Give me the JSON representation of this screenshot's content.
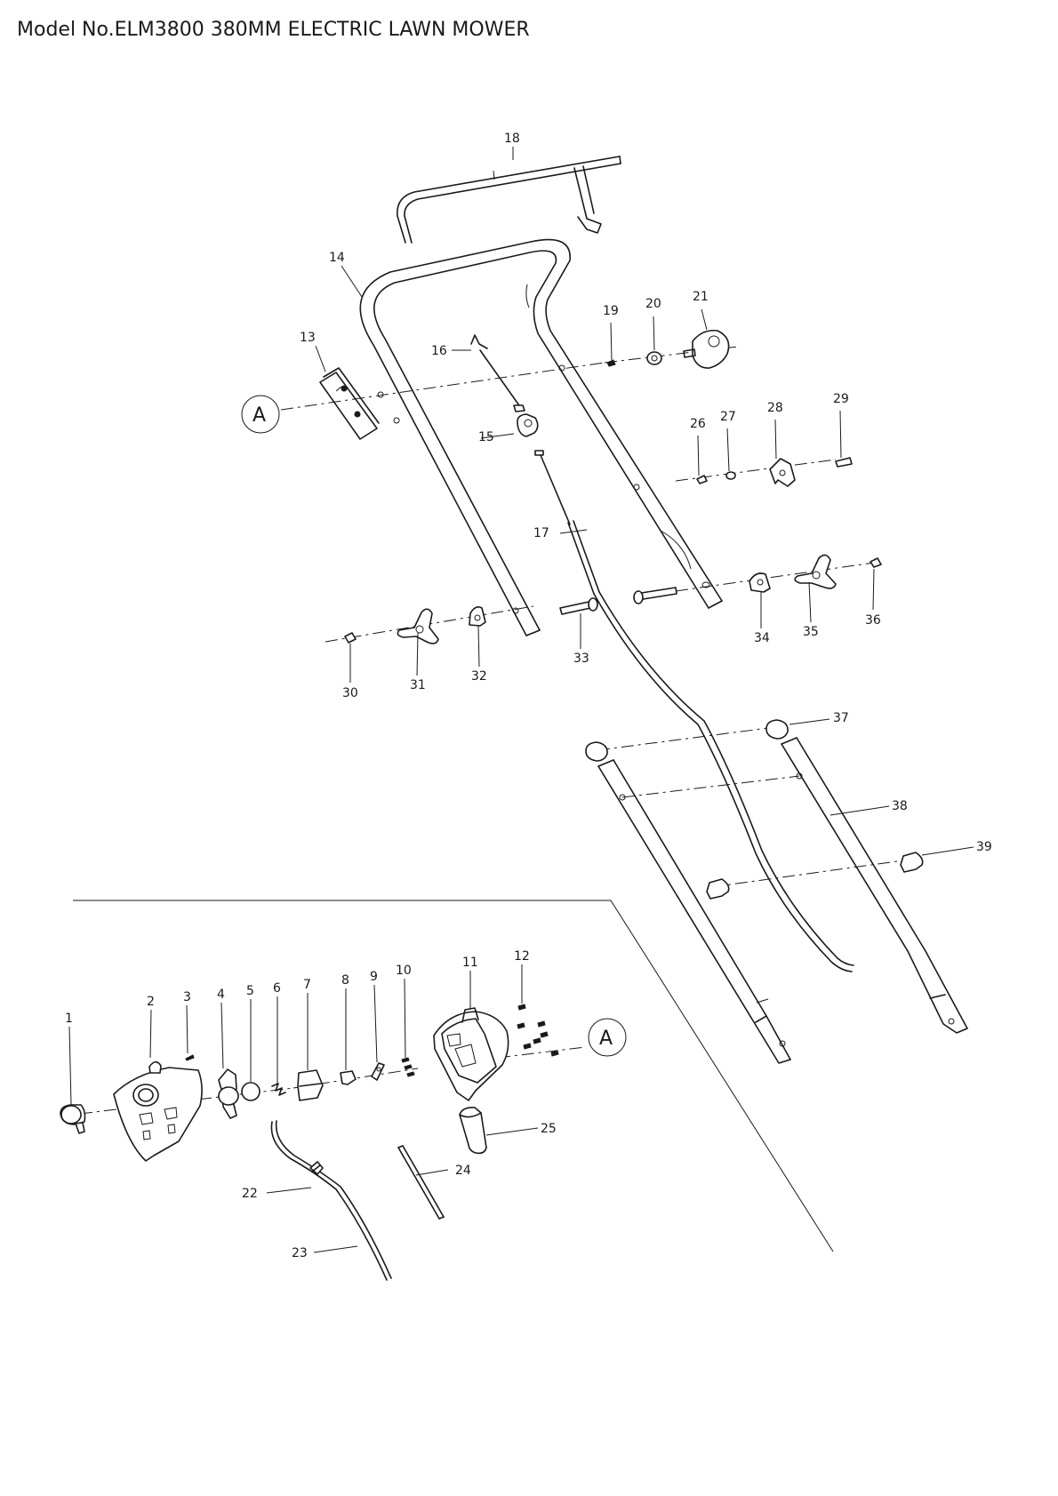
{
  "title": "Model No.ELM3800 380MM ELECTRIC LAWN MOWER",
  "callout_letter": "A",
  "parts": [
    "1",
    "2",
    "3",
    "4",
    "5",
    "6",
    "7",
    "8",
    "9",
    "10",
    "11",
    "12",
    "13",
    "14",
    "15",
    "16",
    "17",
    "18",
    "19",
    "20",
    "21",
    "22",
    "23",
    "24",
    "25",
    "26",
    "27",
    "28",
    "29",
    "30",
    "31",
    "32",
    "33",
    "34",
    "35",
    "36",
    "37",
    "38",
    "39"
  ]
}
